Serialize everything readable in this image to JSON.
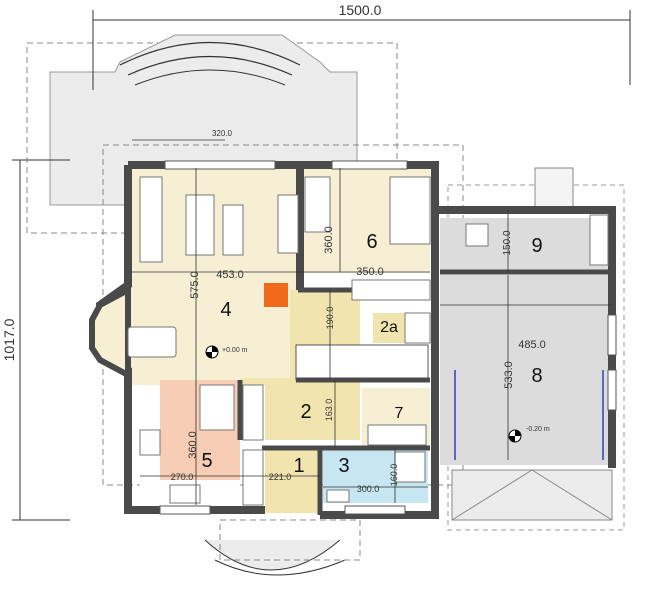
{
  "plan": {
    "overall_dims": {
      "width": "1500.0",
      "height": "1017.0"
    },
    "terrace_dim": "320.0",
    "rooms": [
      {
        "id": "r1",
        "number": "1",
        "color": "#f2e4ae"
      },
      {
        "id": "r2",
        "number": "2",
        "color": "#f2e4ae"
      },
      {
        "id": "r2a",
        "number": "2a",
        "color": "#f2e4ae"
      },
      {
        "id": "r3",
        "number": "3",
        "color": "#c6e6f2"
      },
      {
        "id": "r4",
        "number": "4",
        "color": "#f6efd4"
      },
      {
        "id": "r5",
        "number": "5",
        "color": "#f7cdb5"
      },
      {
        "id": "r6",
        "number": "6",
        "color": "#f6efd4"
      },
      {
        "id": "r7",
        "number": "7",
        "color": "#f6efd4"
      },
      {
        "id": "r8",
        "number": "8",
        "color": "#dcdcdc"
      },
      {
        "id": "r9",
        "number": "9",
        "color": "#dcdcdc"
      }
    ],
    "dimensions": {
      "r4_width": "453.0",
      "r4_height": "575.0",
      "r6_height": "360.0",
      "r6_width": "350.0",
      "stair_height": "190.0",
      "r9_height": "150.0",
      "r8_width": "485.0",
      "r8_height": "533.0",
      "r2_height": "163.0",
      "r3_height": "160.0",
      "r5_height": "360.0",
      "r5_width": "270.0",
      "r1_width": "221.0",
      "r3_width": "300.0"
    },
    "levels": {
      "main": "+0.00 m",
      "garage": "-0.20 m"
    },
    "colors": {
      "wall": "#4a4a4a",
      "terrace": "#ececec",
      "fireplace": "#f06a1a"
    }
  }
}
